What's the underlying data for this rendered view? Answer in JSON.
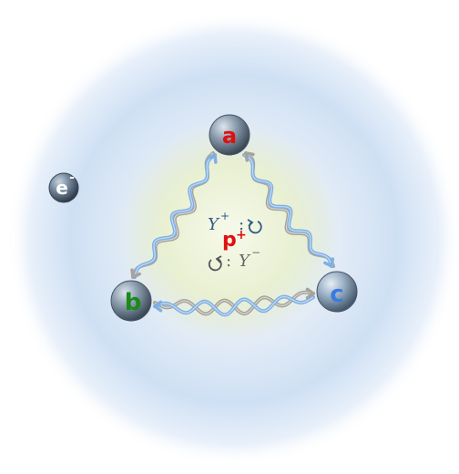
{
  "proton": {
    "label": "p",
    "charge": "+",
    "color": "#e01010"
  },
  "electron": {
    "label": "e",
    "charge": "-",
    "color": "#ffffff"
  },
  "quarks": [
    {
      "id": "a",
      "label": "a",
      "color": "#e01010"
    },
    {
      "id": "b",
      "label": "b",
      "color": "#1a8a1a"
    },
    {
      "id": "c",
      "label": "c",
      "color": "#3b7be0"
    }
  ],
  "legend": {
    "plus_symbol": "Y",
    "plus_sup": "+",
    "plus_sep": ":",
    "plus_icon": "clockwise-arrow-icon",
    "minus_symbol": "Y",
    "minus_sup": "−",
    "minus_sep": ":",
    "minus_icon": "counterclockwise-arrow-icon"
  },
  "colors": {
    "halo": "#cfe0f4",
    "core": "#e7efcf",
    "blue_strand": "#7fb0e3",
    "gray_strand": "#a6a39c",
    "legend_text": "#2f5a86",
    "legend_text_minus": "#666666"
  }
}
